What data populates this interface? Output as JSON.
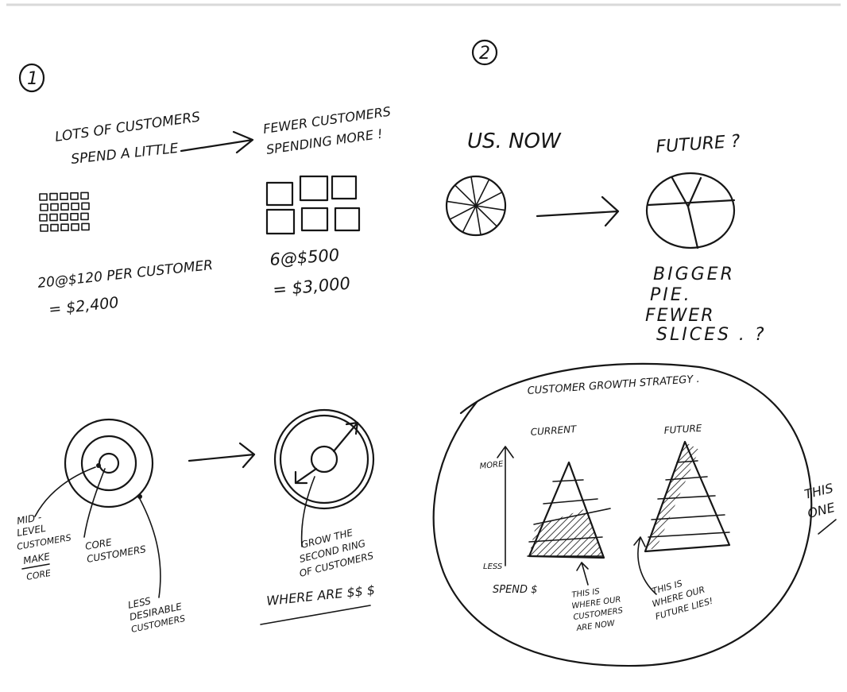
{
  "colors": {
    "ink": "#161616",
    "paper": "#ffffff",
    "top_rule": "#d9d9d9"
  },
  "panel1": {
    "number": "1",
    "left_title": [
      "LOTS OF CUSTOMERS",
      "SPEND A LITTLE"
    ],
    "right_title": [
      "FEWER CUSTOMERS",
      "SPENDING MORE !"
    ],
    "left_calc": [
      "20@$120 PER CUSTOMER",
      "= $2,400"
    ],
    "right_calc": [
      "6@$500",
      "= $3,000"
    ]
  },
  "panel2": {
    "number": "2",
    "now_label": "US. NOW",
    "future_label": "FUTURE ?",
    "caption": [
      "BIGGER",
      "PIE.",
      "FEWER",
      "SLICES . ?"
    ]
  },
  "panel3": {
    "mid_label": [
      "MID -",
      "LEVEL",
      "CUSTOMERS",
      "MAKE",
      "CORE"
    ],
    "core_label": [
      "CORE",
      "CUSTOMERS"
    ],
    "less_label": [
      "LESS",
      "DESIRABLE",
      "CUSTOMERS"
    ],
    "grow_label": [
      "GROW THE",
      "SECOND RING",
      "OF CUSTOMERS"
    ],
    "where_label": "WHERE ARE $$ $"
  },
  "panel4": {
    "title": "CUSTOMER GROWTH STRATEGY .",
    "current_label": "CURRENT",
    "future_label": "FUTURE",
    "axis_more": "MORE",
    "axis_less": "LESS",
    "axis_spend": "SPEND $",
    "note_current": [
      "THIS IS",
      "WHERE OUR",
      "CUSTOMERS",
      "ARE NOW"
    ],
    "note_future": [
      "THIS IS",
      "WHERE OUR",
      "FUTURE LIES!"
    ],
    "margin_note": [
      "THIS",
      "ONE"
    ]
  }
}
